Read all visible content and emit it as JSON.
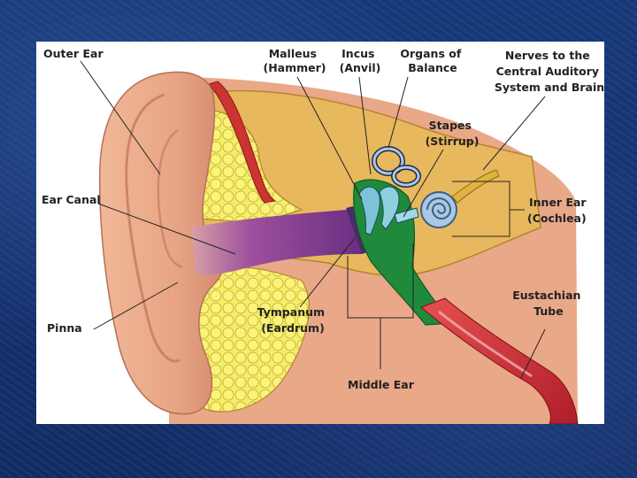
{
  "labels": {
    "outer_ear": "Outer Ear",
    "ear_canal": "Ear Canal",
    "pinna": "Pinna",
    "malleus": [
      "Malleus",
      "(Hammer)"
    ],
    "incus": [
      "Incus",
      "(Anvil)"
    ],
    "organs_of_balance": [
      "Organs of",
      "Balance"
    ],
    "nerves": [
      "Nerves to the",
      "Central Auditory",
      "System and Brain"
    ],
    "stapes": [
      "Stapes",
      "(Stirrup)"
    ],
    "inner_ear": [
      "Inner Ear",
      "(Cochlea)"
    ],
    "eustachian_tube": [
      "Eustachian",
      "Tube"
    ],
    "tympanum": [
      "Tympanum",
      "(Eardrum)"
    ],
    "middle_ear": "Middle Ear"
  },
  "colors": {
    "background": "#14306e",
    "skin": "#e8a585",
    "skin_shadow": "#c97d63",
    "bone": "#e6b65c",
    "fat": "#f5ee6a",
    "canal": "#7a3d8c",
    "middle_ear_cavity": "#1f8a3c",
    "muscle": "#c82a2a",
    "inner_ear": "#a9c8e6"
  }
}
